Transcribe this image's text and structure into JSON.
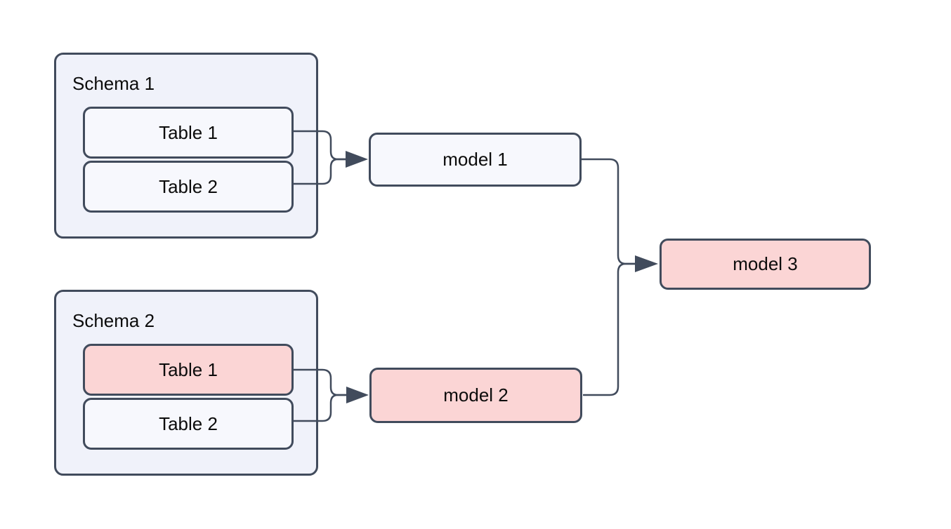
{
  "diagram": {
    "type": "flowchart",
    "colors": {
      "background": "#ffffff",
      "border": "#414b5c",
      "cluster_fill": "#f0f2fa",
      "node_fill": "#f7f8fd",
      "highlight_fill": "#fbd5d5",
      "text": "#0c0c0c"
    },
    "clusters": [
      {
        "title": "Schema 1",
        "tables": [
          {
            "label": "Table 1",
            "highlight": false
          },
          {
            "label": "Table 2",
            "highlight": false
          }
        ]
      },
      {
        "title": "Schema 2",
        "tables": [
          {
            "label": "Table 1",
            "highlight": true
          },
          {
            "label": "Table 2",
            "highlight": false
          }
        ]
      }
    ],
    "models": [
      {
        "label": "model 1",
        "highlight": false
      },
      {
        "label": "model 2",
        "highlight": true
      },
      {
        "label": "model 3",
        "highlight": true
      }
    ],
    "edges": [
      {
        "from": "Schema 1 / Table 1",
        "to": "model 1"
      },
      {
        "from": "Schema 1 / Table 2",
        "to": "model 1"
      },
      {
        "from": "Schema 2 / Table 1",
        "to": "model 2"
      },
      {
        "from": "Schema 2 / Table 2",
        "to": "model 2"
      },
      {
        "from": "model 1",
        "to": "model 3"
      },
      {
        "from": "model 2",
        "to": "model 3"
      }
    ]
  }
}
